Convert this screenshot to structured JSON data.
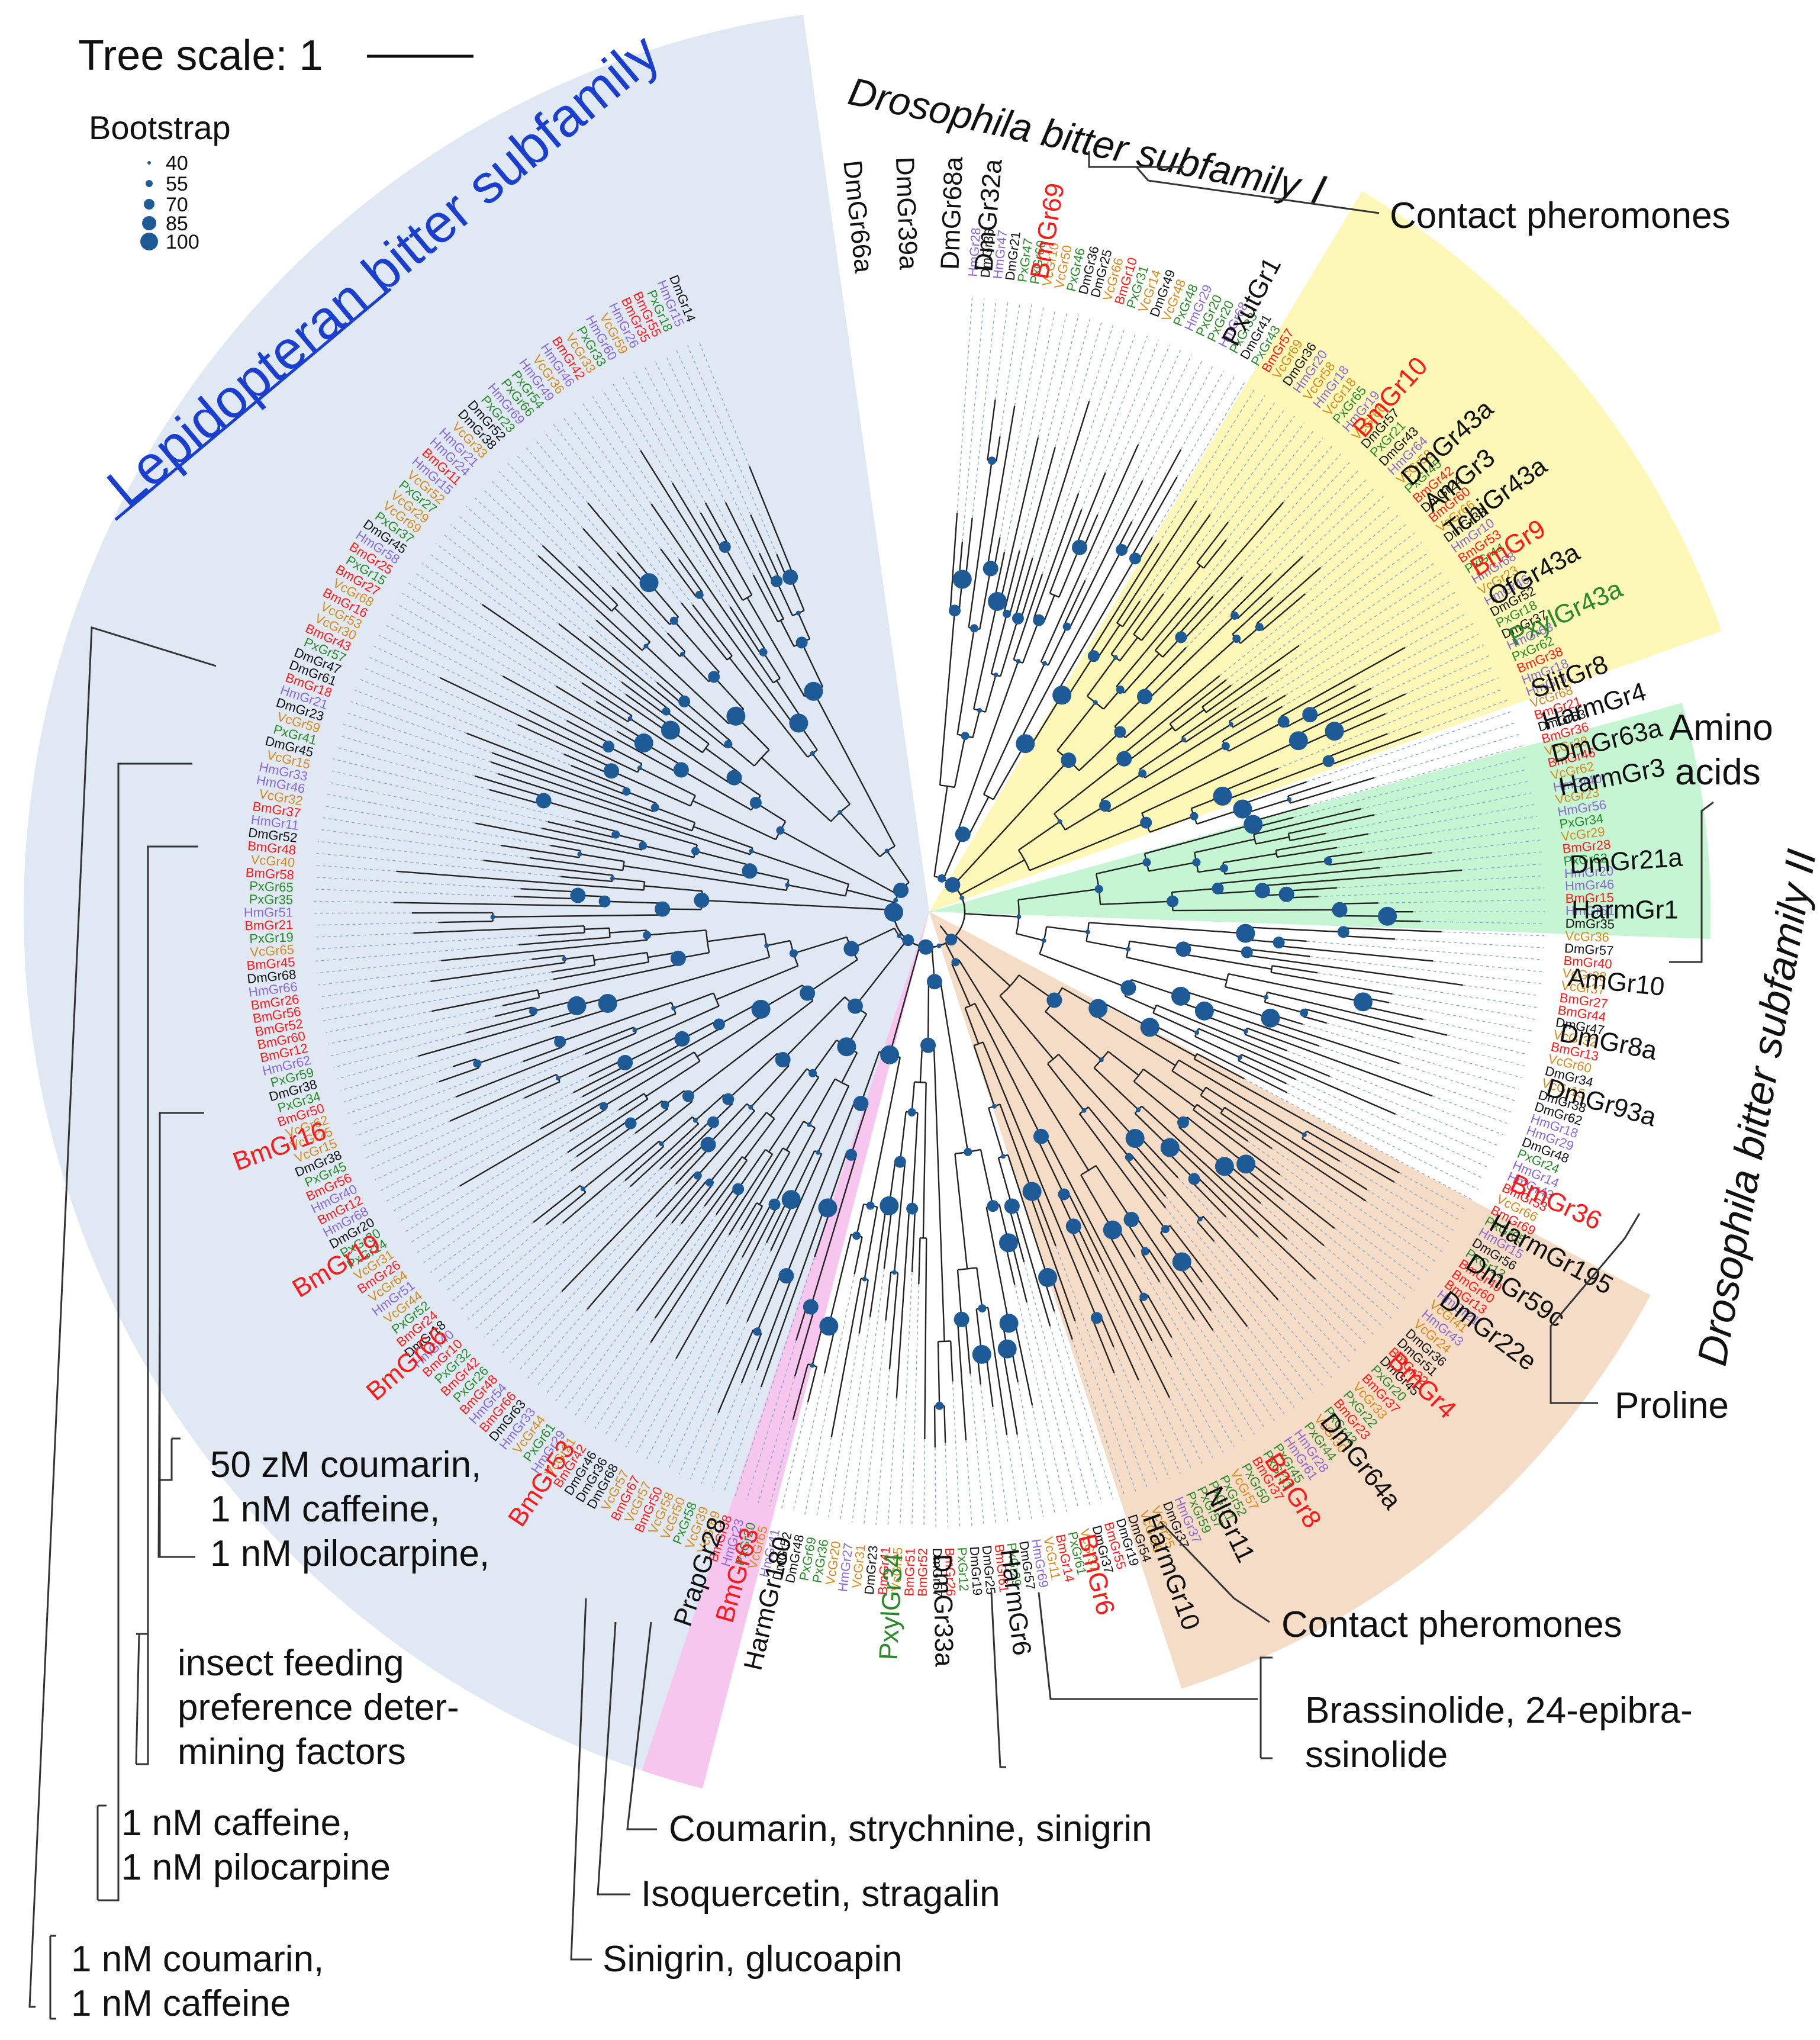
{
  "scale": {
    "label": "Tree scale: 1"
  },
  "legend": {
    "title": "Bootstrap",
    "items": [
      "40",
      "55",
      "70",
      "85",
      "100"
    ]
  },
  "colors": {
    "lepidopteran_bg": "#dfe8f3",
    "contact_pheromone_bg": "#fdf7b8",
    "amino_acid_bg": "#c6f5d4",
    "proline_bg": "#f4dcc6",
    "pink_bg": "#f7c6ef",
    "node": "#1e5a96",
    "bombyx": "#ff1a1a",
    "plutella": "#2a8a2a",
    "vanessa": "#d68a1c",
    "heliconius": "#8a6ad0",
    "other": "#111111",
    "title_blue": "#1a3fcf"
  },
  "clades": {
    "lepidopteran_title": "Lepidopteran bitter subfamily",
    "dros1_title": "Drosophila bitter subfamily  Ⅰ",
    "dros2_title": "Drosophila bitter subfamily  II",
    "contact_top": "Contact pheromones",
    "amino": "Amino acids",
    "amino_line1": "Amino",
    "amino_line2": "acids",
    "proline": "Proline",
    "contact_bottom": "Contact pheromones"
  },
  "ligands": {
    "brassinolide_line1": "Brassinolide, 24-epibra-",
    "brassinolide_line2": "ssinolide",
    "coumarin_strychnine": "Coumarin, strychnine, sinigrin",
    "isoquercetin": "Isoquercetin, stragalin",
    "sinigrin": "Sinigrin, glucoapin",
    "zm_line1": "50 zM coumarin,",
    "zm_line2": "1 nM caffeine,",
    "zm_line3": "1 nM pilocarpine,",
    "feeding_line1": "insect feeding",
    "feeding_line2": "preference deter-",
    "feeding_line3": "mining factors",
    "caf_line1": "1 nM caffeine,",
    "caf_line2": "1 nM pilocarpine",
    "cou_line1": "1 nM coumarin,",
    "cou_line2": "1 nM caffeine"
  },
  "large_labels": [
    {
      "text": "DmGr66a",
      "color": "other"
    },
    {
      "text": "DmGr39a",
      "color": "other"
    },
    {
      "text": "DmGr68a",
      "color": "other"
    },
    {
      "text": "DmGr32a",
      "color": "other"
    },
    {
      "text": "BmGr69",
      "color": "bombyx"
    },
    {
      "text": "PxutGr1",
      "color": "other"
    },
    {
      "text": "BmGr10",
      "color": "bombyx"
    },
    {
      "text": "DmGr43a",
      "color": "other"
    },
    {
      "text": "AmGr3",
      "color": "other"
    },
    {
      "text": "TchiGr43a",
      "color": "other"
    },
    {
      "text": "BmGr9",
      "color": "bombyx"
    },
    {
      "text": "OfGr43a",
      "color": "other"
    },
    {
      "text": "PxylGr43a",
      "color": "plutella"
    },
    {
      "text": "SlitGr8",
      "color": "other"
    },
    {
      "text": "HarmGr4",
      "color": "other"
    },
    {
      "text": "DmGr63a",
      "color": "other"
    },
    {
      "text": "HarmGr3",
      "color": "other"
    },
    {
      "text": "DmGr21a",
      "color": "other"
    },
    {
      "text": "HarmGr1",
      "color": "other"
    },
    {
      "text": "AmGr10",
      "color": "other"
    },
    {
      "text": "DmGr8a",
      "color": "other"
    },
    {
      "text": "DmGr93a",
      "color": "other"
    },
    {
      "text": "BmGr36",
      "color": "bombyx"
    },
    {
      "text": "HarmGr195",
      "color": "other"
    },
    {
      "text": "DmGr59c",
      "color": "other"
    },
    {
      "text": "DmGr22e",
      "color": "other"
    },
    {
      "text": "BmGr4",
      "color": "bombyx"
    },
    {
      "text": "DmGr64a",
      "color": "other"
    },
    {
      "text": "BmGr8",
      "color": "bombyx"
    },
    {
      "text": "NlGr11",
      "color": "other"
    },
    {
      "text": "HarmGr10",
      "color": "other"
    },
    {
      "text": "BmGr6",
      "color": "bombyx"
    },
    {
      "text": "HarmGr6",
      "color": "other"
    },
    {
      "text": "DmGr33a",
      "color": "other"
    },
    {
      "text": "PxylGr34",
      "color": "plutella"
    },
    {
      "text": "HarmGr180",
      "color": "other"
    },
    {
      "text": "BmGr63",
      "color": "bombyx"
    },
    {
      "text": "PrapGr28",
      "color": "other"
    },
    {
      "text": "BmGr53",
      "color": "bombyx"
    },
    {
      "text": "BmGr66",
      "color": "bombyx"
    },
    {
      "text": "BmGr19",
      "color": "bombyx"
    },
    {
      "text": "BmGr16",
      "color": "bombyx"
    }
  ]
}
